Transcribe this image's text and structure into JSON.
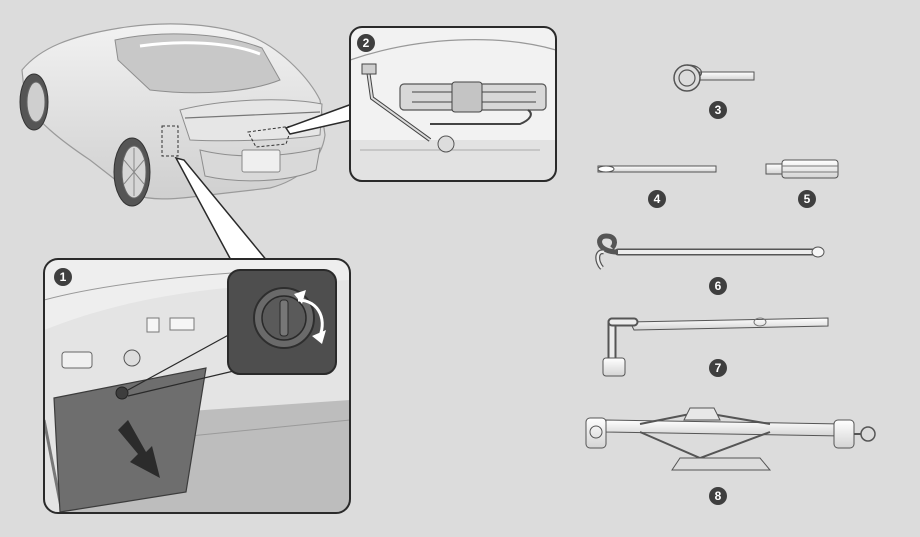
{
  "callouts": {
    "c1": "1",
    "c2": "2",
    "c3": "3",
    "c4": "4",
    "c5": "5",
    "c6": "6",
    "c7": "7",
    "c8": "8"
  },
  "colors": {
    "background": "#dcdcdc",
    "panel_border": "#2a2a2a",
    "callout_fill": "#3f3f3f",
    "part_fill": "#f4f4f4",
    "part_stroke": "#555555"
  }
}
